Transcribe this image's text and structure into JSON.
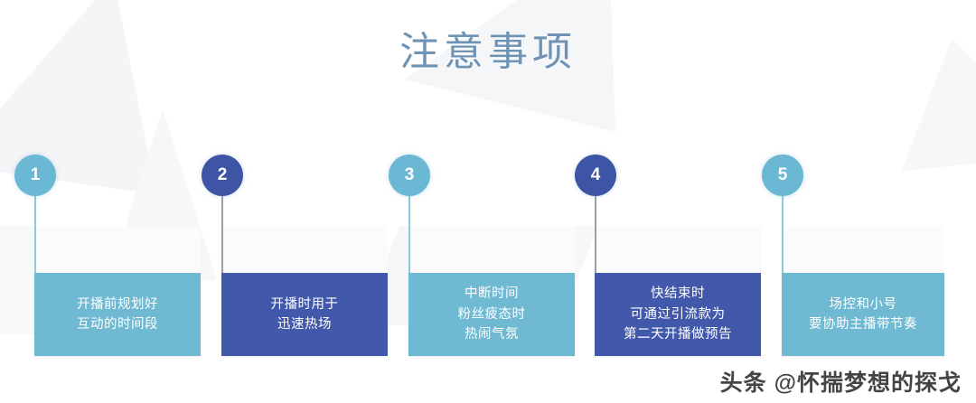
{
  "page": {
    "title": "注意事项",
    "background_color": "#ffffff",
    "title_color": "#6f93b4"
  },
  "colors": {
    "light_blue": "#6ab8d4",
    "dark_blue": "#3e55a5",
    "box_light_blue": "#6fb9d2",
    "box_dark_blue": "#4259ab",
    "stem_light": "#8ec9dd",
    "stem_dark": "#9aa0ab",
    "text_on_box": "#ffffff",
    "background_shape": "#f5f6f8"
  },
  "steps": [
    {
      "number": "1",
      "tone": "light",
      "lines": [
        "开播前规划好",
        "互动的时间段"
      ],
      "line1": "开播前规划好",
      "line2": "互动的时间段",
      "line3": ""
    },
    {
      "number": "2",
      "tone": "dark",
      "lines": [
        "开播时用于",
        "迅速热场"
      ],
      "line1": "开播时用于",
      "line2": "迅速热场",
      "line3": ""
    },
    {
      "number": "3",
      "tone": "light",
      "lines": [
        "中断时间",
        "粉丝疲态时",
        "热闹气氛"
      ],
      "line1": "中断时间",
      "line2": "粉丝疲态时",
      "line3": "热闹气氛"
    },
    {
      "number": "4",
      "tone": "dark",
      "lines": [
        "快结束时",
        "可通过引流款为",
        "第二天开播做预告"
      ],
      "line1": "快结束时",
      "line2": "可通过引流款为",
      "line3": "第二天开播做预告"
    },
    {
      "number": "5",
      "tone": "light",
      "lines": [
        "场控和小号",
        "要协助主播带节奏"
      ],
      "line1": "场控和小号",
      "line2": "要协助主播带节奏",
      "line3": ""
    }
  ],
  "watermark": {
    "text": "头条 @怀揣梦想的探戈"
  }
}
